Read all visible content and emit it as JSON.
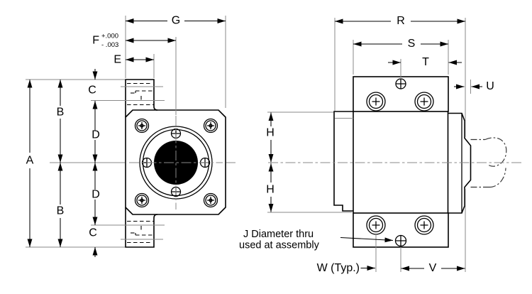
{
  "labels": {
    "a": "A",
    "b": "B",
    "c": "C",
    "d": "D",
    "e": "E",
    "f": "F",
    "f_tol_plus": "+.000",
    "f_tol_minus": "- .003",
    "g": "G",
    "h": "H",
    "r": "R",
    "s": "S",
    "t": "T",
    "u": "U",
    "v": "V",
    "w_typ": "W (Typ.)",
    "note_line1": "J Diameter thru",
    "note_line2": "used at assembly"
  },
  "colors": {
    "line": "#000000",
    "extension": "#8a8a8a",
    "bearing_fill": "#000000",
    "background": "#ffffff"
  }
}
